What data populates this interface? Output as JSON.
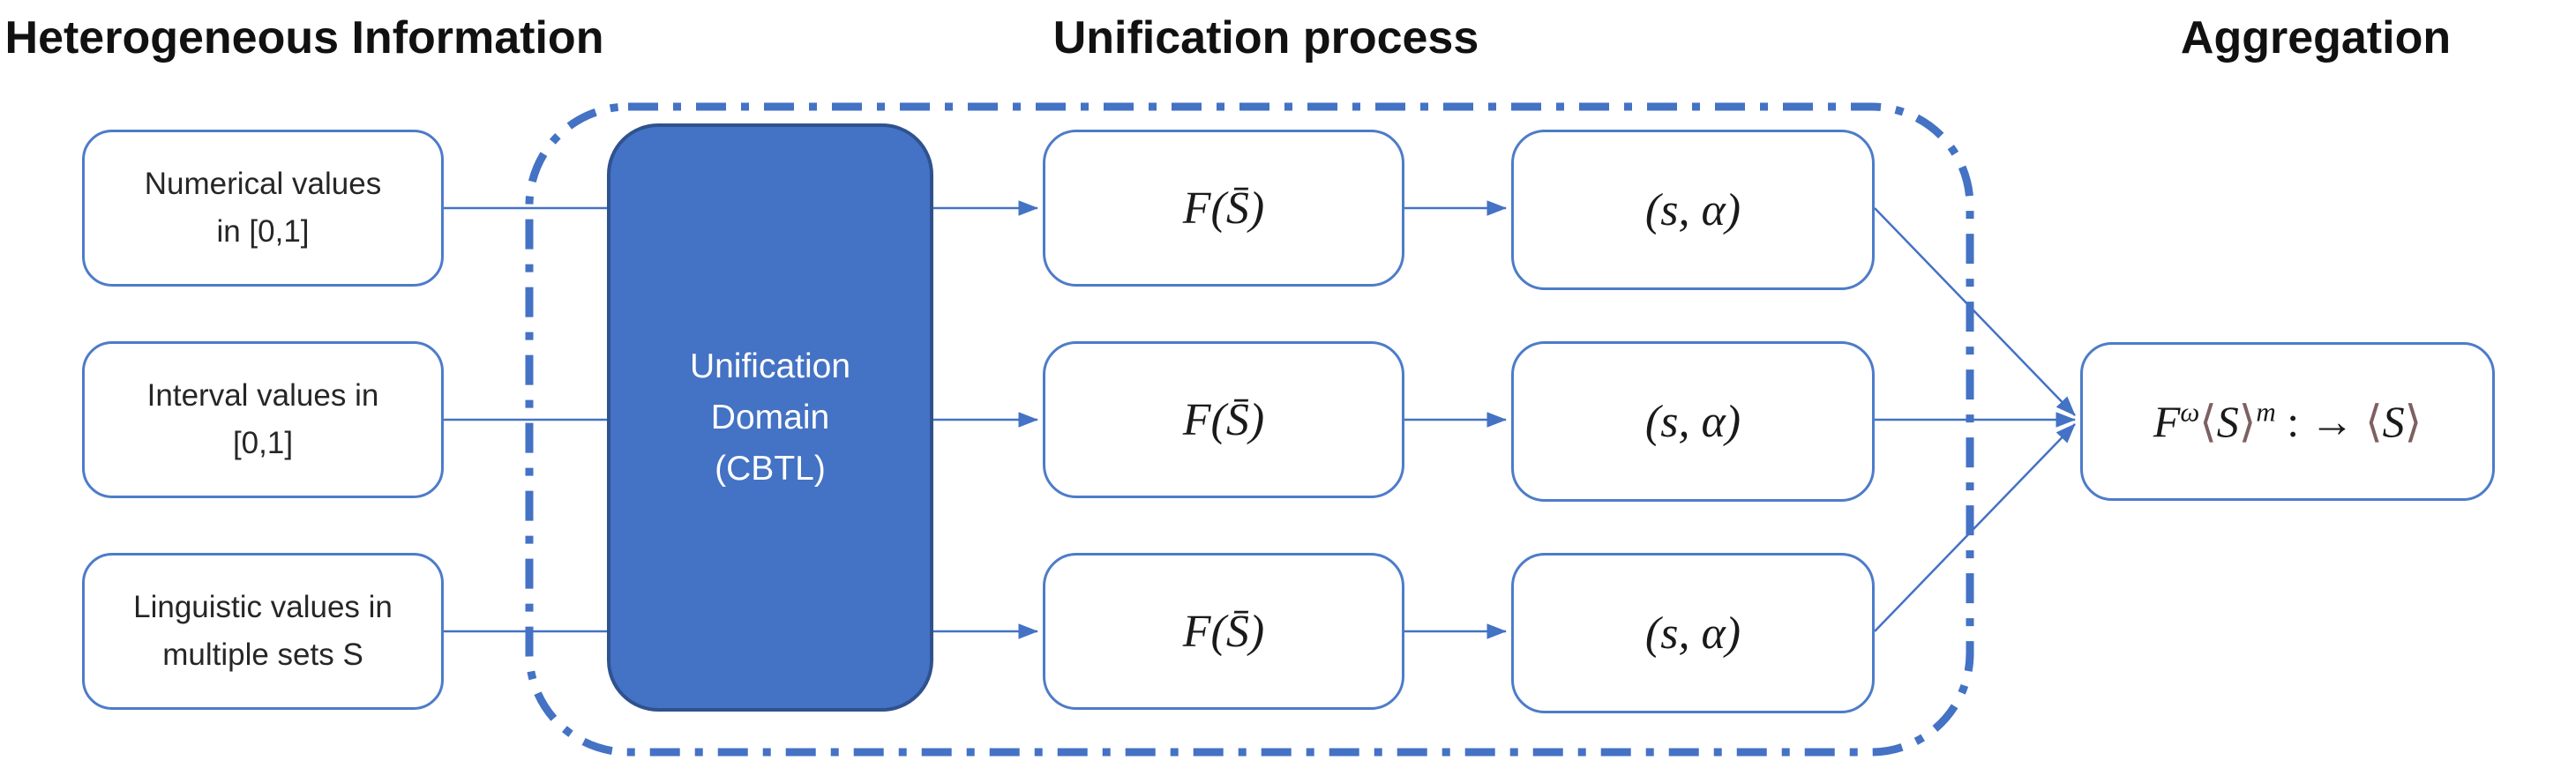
{
  "headers": {
    "left": "Heterogeneous Information",
    "center": "Unification process",
    "right": "Aggregation"
  },
  "inputs": [
    {
      "line1": "Numerical values",
      "line2": "in [0,1]"
    },
    {
      "line1": "Interval values in",
      "line2": "[0,1]"
    },
    {
      "line1": "Linguistic values in",
      "line2": "multiple sets S"
    }
  ],
  "unification": {
    "domain_lines": [
      "Unification",
      "Domain",
      "(CBTL)"
    ],
    "f_box_label": "F(S̄)",
    "pair_box_label": "(s, α)"
  },
  "aggregation": {
    "formula_parts": [
      {
        "t": "F",
        "s": "it"
      },
      {
        "t": "ω",
        "s": "sup"
      },
      {
        "t": "⟨",
        "s": "br"
      },
      {
        "t": "S",
        "s": "it"
      },
      {
        "t": "⟩",
        "s": "br"
      },
      {
        "t": "m",
        "s": "sup"
      },
      {
        "t": " : ",
        "s": "pl"
      },
      {
        "t": "→",
        "s": "pl"
      },
      {
        "t": " ",
        "s": "pl"
      },
      {
        "t": "⟨",
        "s": "br"
      },
      {
        "t": "S",
        "s": "it"
      },
      {
        "t": "⟩",
        "s": "br"
      }
    ]
  },
  "colors": {
    "accent_blue": "#4472c4",
    "box_border_blue": "#4d7cc9",
    "domain_border": "#2f528f",
    "bracket_brown": "#7e6060",
    "text_dark": "#262626"
  }
}
